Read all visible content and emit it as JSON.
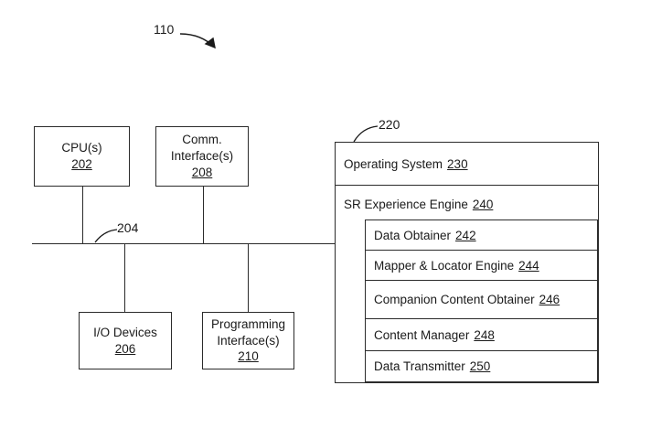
{
  "figure": {
    "top_callout": {
      "label": "110"
    },
    "bus_callout": {
      "label": "204"
    },
    "memory_callout": {
      "label": "220"
    }
  },
  "hardware_blocks": [
    {
      "name": "cpu",
      "title": "CPU(s)",
      "title2": "",
      "ref": "202"
    },
    {
      "name": "comm-interfaces",
      "title": "Comm.",
      "title2": "Interface(s)",
      "ref": "208"
    },
    {
      "name": "io-devices",
      "title": "I/O Devices",
      "title2": "",
      "ref": "206"
    },
    {
      "name": "programming-interfaces",
      "title": "Programming",
      "title2": "Interface(s)",
      "ref": "210"
    }
  ],
  "memory_panel": {
    "rows": [
      {
        "name": "operating-system",
        "label": "Operating System",
        "ref": "230"
      },
      {
        "name": "sr-experience-engine",
        "label": "SR Experience Engine",
        "ref": "240"
      }
    ],
    "modules": [
      {
        "name": "data-obtainer",
        "label": "Data Obtainer",
        "ref": "242"
      },
      {
        "name": "mapper-locator-engine",
        "label": "Mapper & Locator Engine",
        "ref": "244"
      },
      {
        "name": "companion-content-obtainer",
        "label": "Companion Content Obtainer",
        "ref": "246"
      },
      {
        "name": "content-manager",
        "label": "Content Manager",
        "ref": "248"
      },
      {
        "name": "data-transmitter",
        "label": "Data Transmitter",
        "ref": "250"
      }
    ]
  },
  "colors": {
    "stroke": "#2b2b2b",
    "background": "#ffffff",
    "text": "#1a1a1a"
  }
}
